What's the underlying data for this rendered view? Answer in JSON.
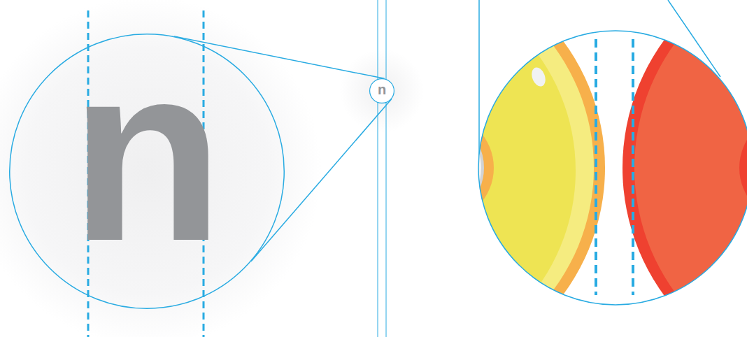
{
  "diagram": {
    "nodes": [
      {
        "text": [
          "n"
        ]
      },
      {
        "text": [
          "n"
        ]
      }
    ],
    "edges": [
      {
        "from": 0,
        "to": 1,
        "arrow": "none"
      },
      {
        "from": 0,
        "to": 1,
        "arrow": "none"
      }
    ]
  }
}
